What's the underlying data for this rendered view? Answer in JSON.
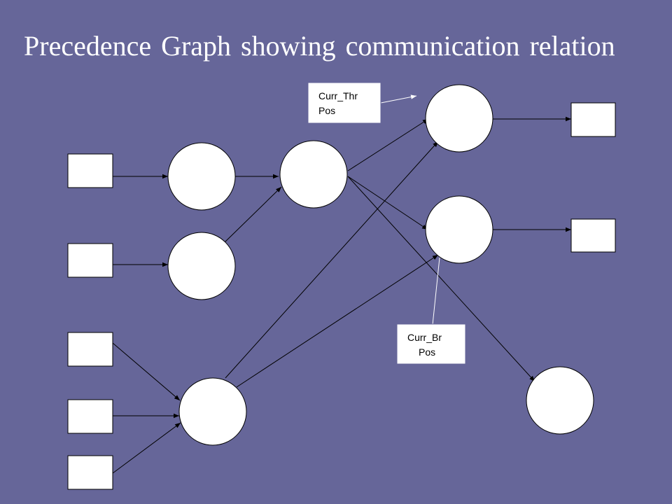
{
  "slide": {
    "title": "Precedence Graph showing communication relation",
    "background_color": "#666699"
  },
  "callouts": {
    "thr": {
      "line1": "Curr_Thr",
      "line2": "Pos"
    },
    "br": {
      "line1": "Curr_Br",
      "line2": "Pos"
    }
  }
}
